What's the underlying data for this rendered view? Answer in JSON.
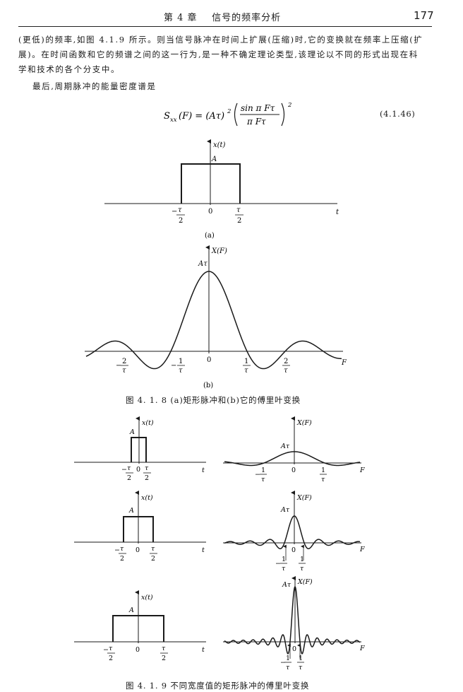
{
  "header": {
    "chapter": "第 4 章",
    "title": "信号的频率分析",
    "page_number": "177"
  },
  "text": {
    "p1": "(更低)的频率,如图 4.1.9 所示。则当信号脉冲在时间上扩展(压缩)时,它的变换就在频率上压缩(扩",
    "p2": "展)。在时间函数和它的频谱之间的这一行为,是一种不确定理论类型,该理论以不同的形式出现在科",
    "p3": "学和技术的各个分支中。",
    "p4": "最后,周期脉冲的能量密度谱是"
  },
  "equation": {
    "lhs": "S",
    "lhs_sub": "xx",
    "arg": "(F) = (Aτ)",
    "exp": "2",
    "num": "sin π Fτ",
    "den": "π Fτ",
    "outer_exp": "2",
    "number": "(4.1.46)"
  },
  "labels": {
    "xt": "x(t)",
    "XF": "X(F)",
    "A": "A",
    "Atau": "Aτ",
    "zero": "0",
    "t": "t",
    "F": "F",
    "tau": "τ",
    "two": "2",
    "one": "1",
    "minus": "−",
    "sub_a": "(a)",
    "sub_b": "(b)"
  },
  "captions": {
    "fig1": "图 4. 1. 8   (a)矩形脉冲和(b)它的傅里叶变换",
    "fig2": "图 4. 1. 9   不同宽度值的矩形脉冲的傅里叶变换"
  }
}
